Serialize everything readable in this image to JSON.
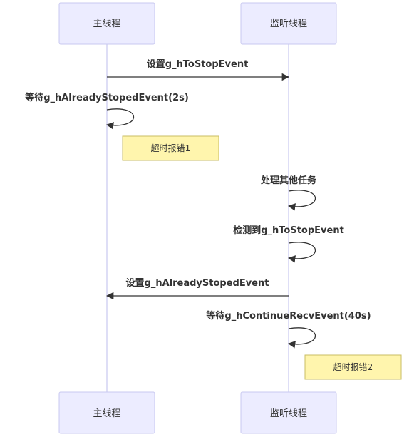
{
  "participants": {
    "main_thread": "主线程",
    "listener_thread": "监听线程"
  },
  "messages": {
    "set_stop_event": "设置g_hToStopEvent",
    "wait_stoped_event": "等待g_hAlreadyStopedEvent(2s)",
    "other_tasks": "处理其他任务",
    "detect_stop_event": "检测到g_hToStopEvent",
    "set_stoped_event": "设置g_hAlreadyStopedEvent",
    "wait_continue_event": "等待g_hContinueRecvEvent(40s)"
  },
  "notes": {
    "timeout_error_1": "超时报错1",
    "timeout_error_2": "超时报错2"
  }
}
